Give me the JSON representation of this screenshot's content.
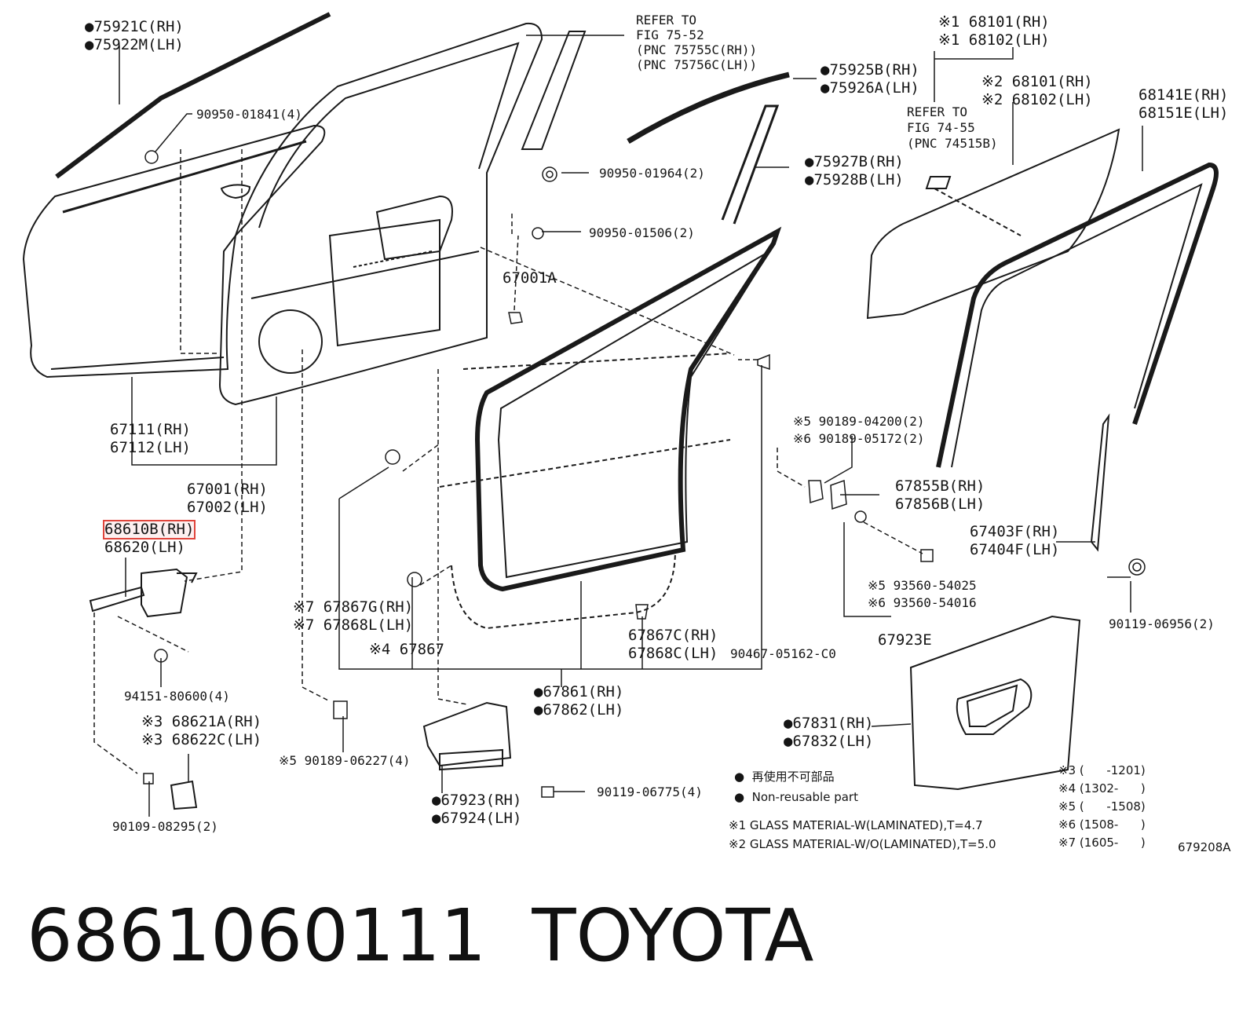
{
  "callouts": {
    "c75921": "●75921C(RH)\n●75922M(LH)",
    "c90950_01841": "90950-01841(4)",
    "refer7552": "REFER TO\nFIG 75-52\n(PNC 75755C(RH))\n(PNC 75756C(LH))",
    "c75925": "●75925B(RH)\n●75926A(LH)",
    "c68101a": "※1 68101(RH)\n※1 68102(LH)",
    "c68101b": "※2 68101(RH)\n※2 68102(LH)",
    "refer7455": "REFER TO\nFIG 74-55\n(PNC 74515B)",
    "c68141": "68141E(RH)\n68151E(LH)",
    "c90950_01964": "90950-01964(2)",
    "c75927": "●75927B(RH)\n●75928B(LH)",
    "c90950_01506": "90950-01506(2)",
    "c67001a": "67001A",
    "c67111": "67111(RH)\n67112(LH)",
    "c67001": "67001(RH)\n67002(LH)",
    "c68610_rh": "68610B(RH)",
    "c68620_lh": "68620(LH)",
    "c90189_04200": "※5 90189-04200(2)\n※6 90189-05172(2)",
    "c67855": "67855B(RH)\n67856B(LH)",
    "c67403": "67403F(RH)\n67404F(LH)",
    "c93560": "※5 93560-54025\n※6 93560-54016",
    "c90119_06956": "90119-06956(2)",
    "c67923e": "67923E",
    "c67867g": "※7 67867G(RH)\n※7 67868L(LH)",
    "c67867": "※4 67867",
    "c67867c": "67867C(RH)\n67868C(LH)",
    "c90467": "90467-05162-C0",
    "c94151": "94151-80600(4)",
    "c67861": "●67861(RH)\n●67862(LH)",
    "c67831": "●67831(RH)\n●67832(LH)",
    "c68621": "※3 68621A(RH)\n※3 68622C(LH)",
    "c90189_06227": "※5 90189-06227(4)",
    "c90119_06775": "90119-06775(4)",
    "c67923": "●67923(RH)\n●67924(LH)",
    "c90109": "90109-08295(2)"
  },
  "legend": {
    "reuse_jp": "●  再使用不可部品",
    "reuse_en": "●  Non-reusable part",
    "note1": "※1 GLASS MATERIAL-W(LAMINATED),T=4.7",
    "note2": "※2 GLASS MATERIAL-W/O(LAMINATED),T=5.0",
    "note3": "※3 (      -1201)",
    "note4": "※4 (1302-      )",
    "note5": "※5 (      -1508)",
    "note6": "※6 (1508-      )",
    "note7": "※7 (1605-      )",
    "figno": "679208A"
  },
  "footer": {
    "part_number": "6861060111",
    "brand": "TOYOTA"
  },
  "colors": {
    "line": "#1a1a1a",
    "highlight": "#e0453c"
  }
}
